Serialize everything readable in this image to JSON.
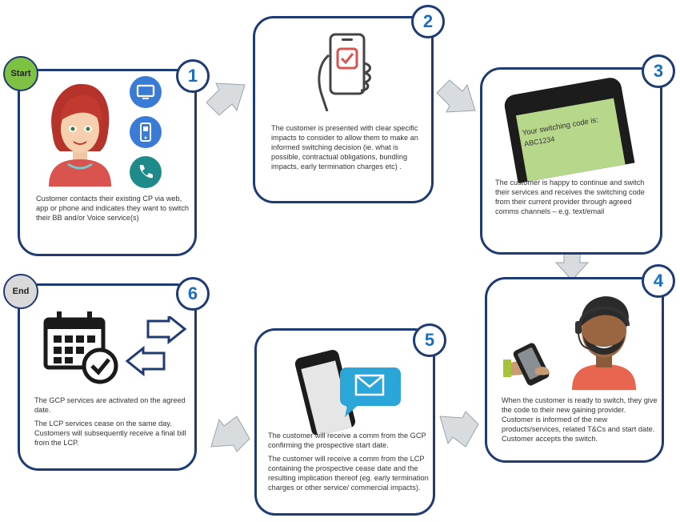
{
  "start_label": "Start",
  "end_label": "End",
  "steps": [
    {
      "number": "1",
      "text": "Customer contacts their existing CP via web, app or phone and indicates they want to switch their BB and/or Voice service(s)"
    },
    {
      "number": "2",
      "text": "The customer is presented with clear specific impacts to consider to allow them to make an informed switching decision (ie. what is possible, contractual obligations, bundling impacts, early termination charges etc) ."
    },
    {
      "number": "3",
      "text": "The customer is happy to continue and switch their services and receives the switching code from their current provider through agreed comms channels – e.g. text/email",
      "screen_title": "Your switching code is:",
      "screen_code": "ABC1234"
    },
    {
      "number": "4",
      "text": "When the customer is ready to switch, they give the code to their new gaining provider. Customer is informed of the new products/services, related T&Cs and start date. Customer accepts the switch."
    },
    {
      "number": "5",
      "text_1": "The customer will receive a comm from the GCP confirming the prospective start date.",
      "text_2": "The customer will receive a comm from the LCP containing the prospective cease date and the resulting implication thereof (eg. early termination charges or other service/ commercial impacts)."
    },
    {
      "number": "6",
      "text_1": "The GCP services are activated on the agreed date.",
      "text_2": "The LCP services cease on the same day. Customers will subsequently receive a final bill from the LCP."
    }
  ],
  "icons": {
    "step1": [
      "woman-avatar-icon",
      "monitor-icon",
      "mobile-phone-icon",
      "telephone-icon"
    ],
    "step2": "hand-holding-phone-check-icon",
    "step3": "phone-screen-icon",
    "step4": "man-headset-agent-icon",
    "step5": "phone-message-icon",
    "step6": "calendar-check-icon"
  },
  "colors": {
    "card_border": "#1f3b73",
    "step_number": "#1a6ec0",
    "start_pill": "#7dc242",
    "end_pill": "#d9d9d9",
    "arrow": "#d8dcdf",
    "icon_blue": "#3a7bd5",
    "icon_teal": "#1f8a8a"
  }
}
